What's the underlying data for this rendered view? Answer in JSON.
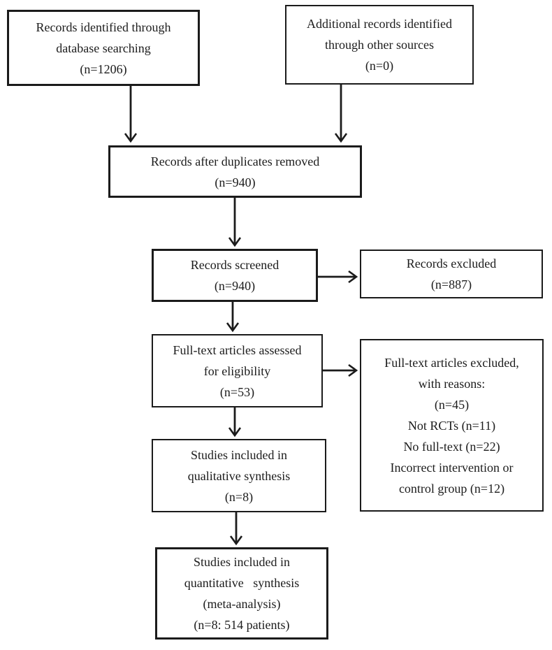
{
  "diagram": {
    "type": "PRISMA study-selection flow diagram"
  },
  "colors": {
    "box_border": "#1b1b1b",
    "text": "#1c1c1c",
    "arrow": "#1b1b1b",
    "background": "#ffffff"
  },
  "boxes": {
    "identified": "Records identified through\ndatabase searching\n(n=1206)",
    "additional": "Additional records identified\nthrough other sources\n(n=0)",
    "deduplicated": "Records after duplicates removed\n(n=940)",
    "screened": "Records screened\n(n=940)",
    "records_excluded": "Records excluded\n(n=887)",
    "fulltext_assessed": "Full-text articles assessed\nfor eligibility\n(n=53)",
    "fulltext_excluded": "Full-text articles excluded,\nwith reasons:\n(n=45)\nNot RCTs (n=11)\nNo full-text (n=22)\nIncorrect intervention or\ncontrol group (n=12)",
    "qualitative": "Studies included in\nqualitative synthesis\n(n=8)",
    "quantitative": "Studies included in\nquantitative   synthesis\n(meta-analysis)\n(n=8: 514 patients)"
  }
}
